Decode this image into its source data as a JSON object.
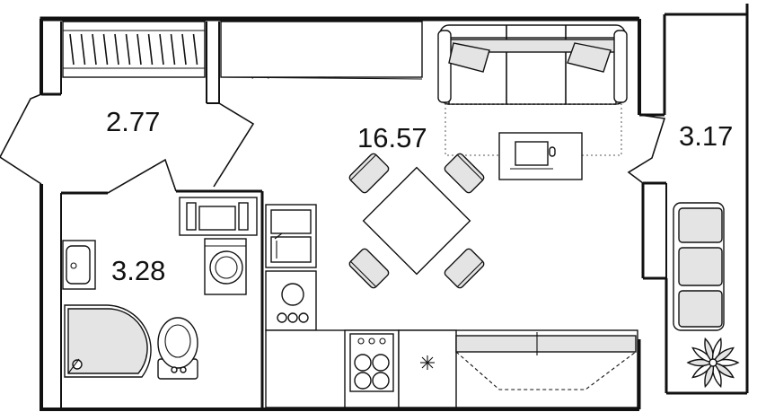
{
  "plan": {
    "rooms": [
      {
        "id": "hallway",
        "area": "2.77"
      },
      {
        "id": "living",
        "area": "16.57"
      },
      {
        "id": "balcony",
        "area": "3.17"
      },
      {
        "id": "bathroom",
        "area": "3.28"
      }
    ]
  },
  "colors": {
    "line": "#111111",
    "fixture_fill": "#e4e4e4",
    "background": "#ffffff"
  },
  "icons": [
    "wardrobe",
    "plant",
    "sofa",
    "pillow",
    "desk",
    "laptop",
    "dining-table",
    "chair",
    "sink",
    "washing-machine",
    "dishwasher",
    "stove",
    "fridge",
    "kitchen-counter",
    "shower",
    "toilet",
    "bench",
    "door"
  ]
}
